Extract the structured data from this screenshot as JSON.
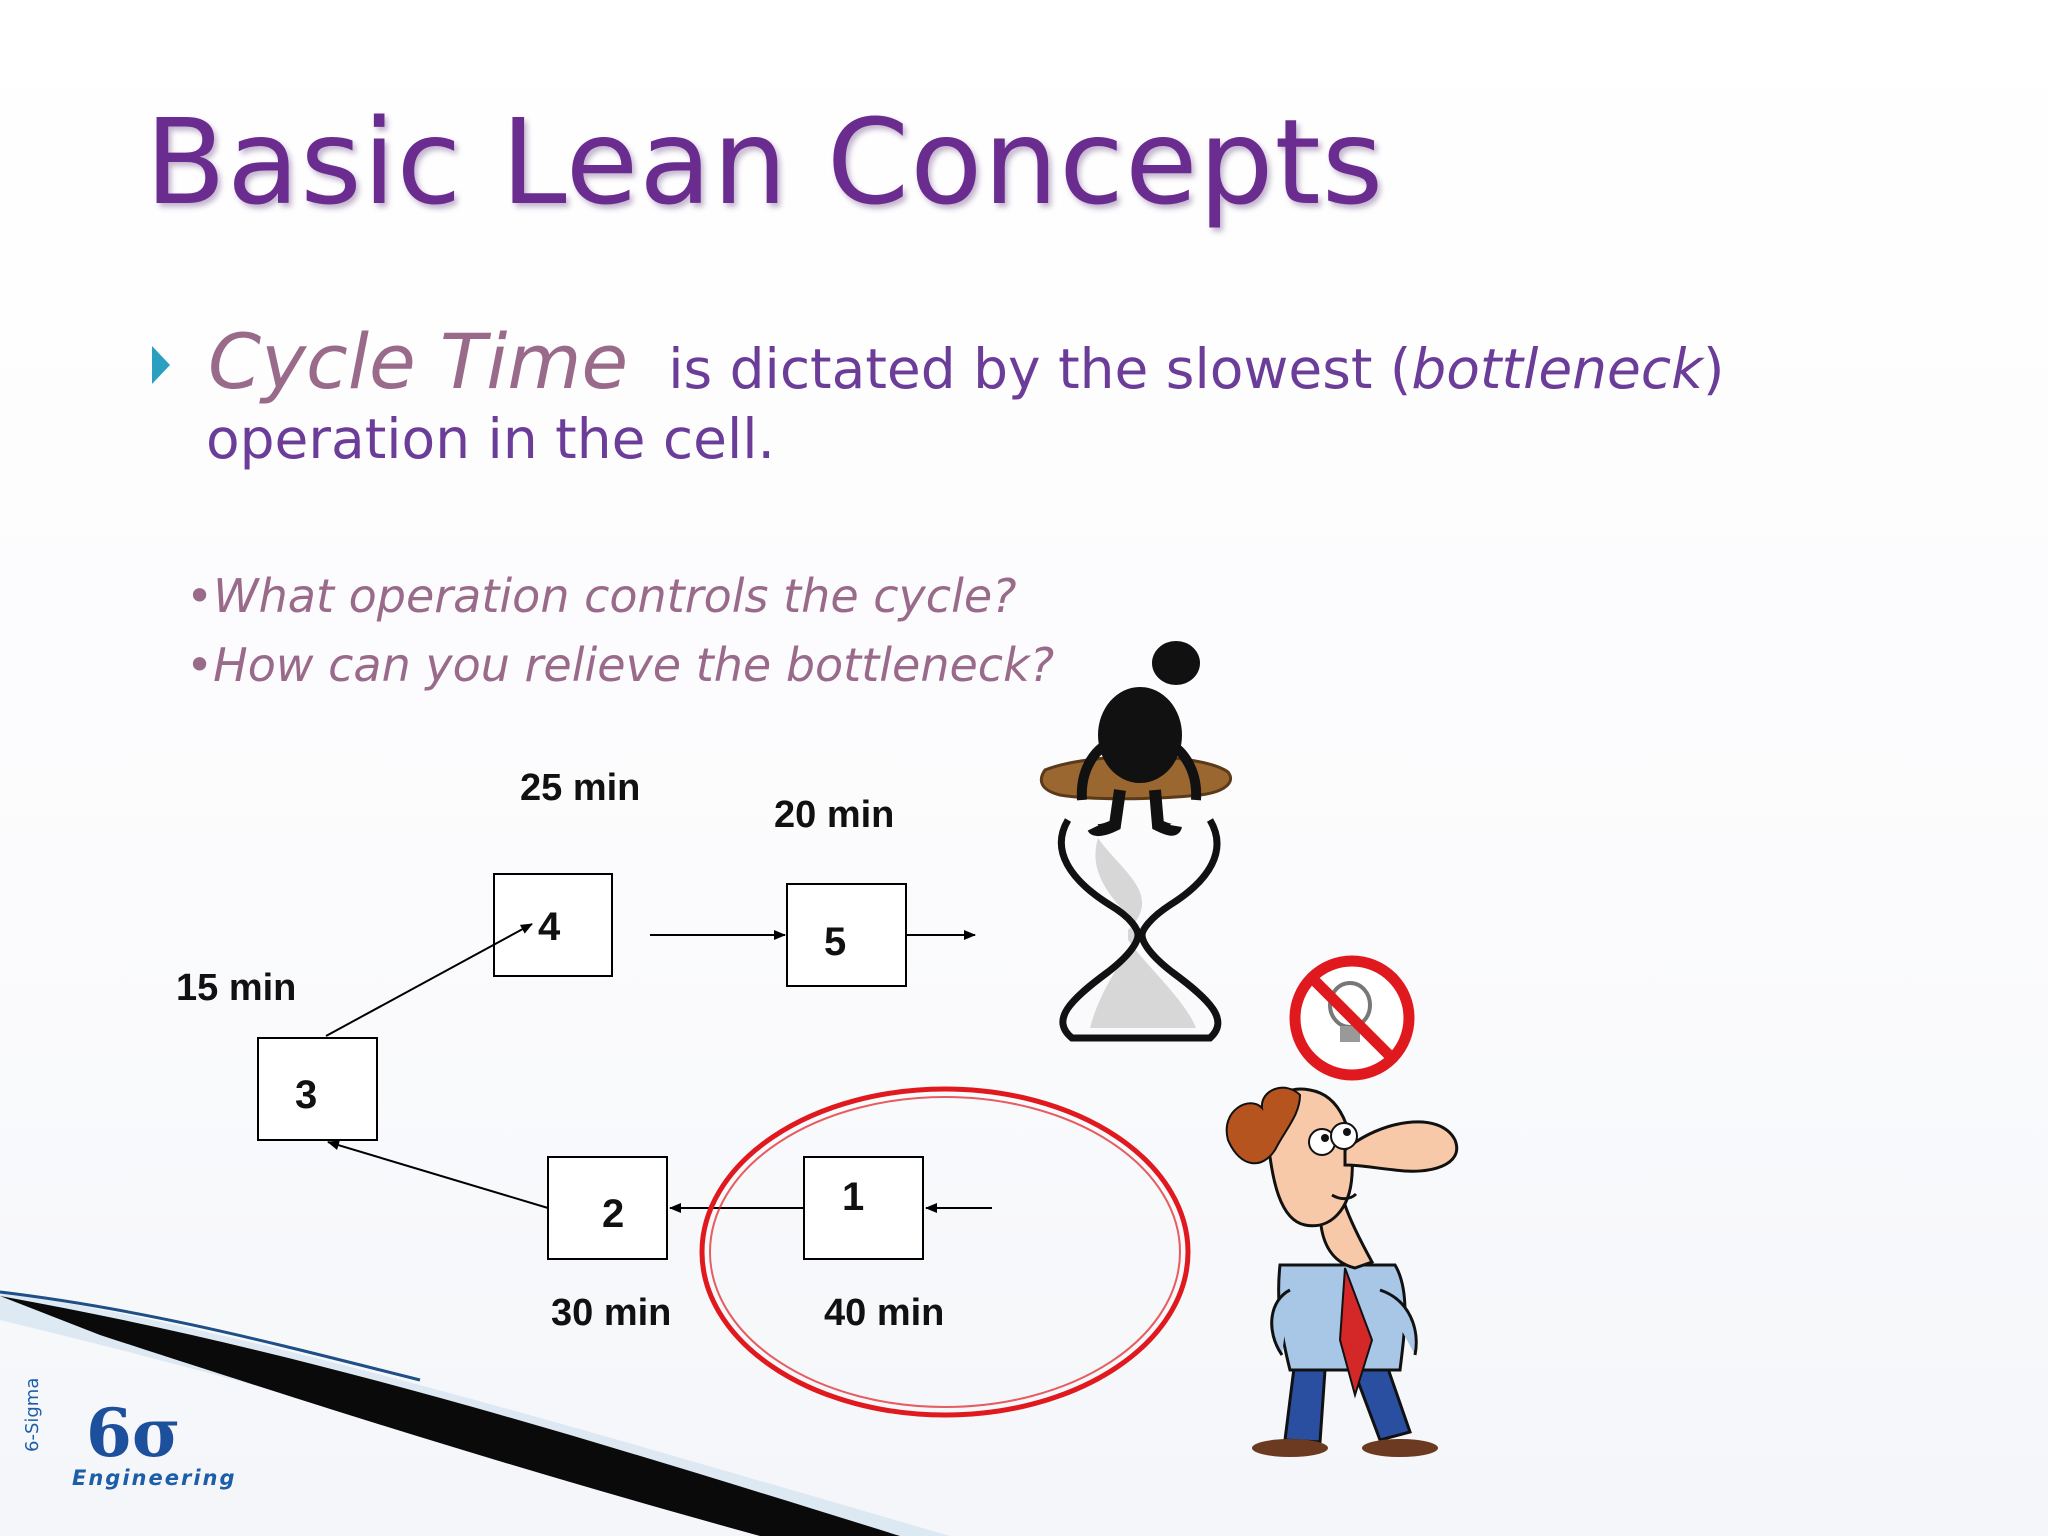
{
  "slide": {
    "title": "Basic Lean Concepts",
    "bullet": {
      "term": "Cycle Time",
      "text_before": "is dictated by the slowest (",
      "emphasis": "bottleneck",
      "text_after": ")",
      "line2": "operation in the cell."
    },
    "questions": [
      "•What operation controls the cycle?",
      "•How can you relieve  the bottleneck?"
    ]
  },
  "diagram": {
    "operations": [
      {
        "id": "1",
        "time": "40 min"
      },
      {
        "id": "2",
        "time": "30 min"
      },
      {
        "id": "3",
        "time": "15 min"
      },
      {
        "id": "4",
        "time": "25 min"
      },
      {
        "id": "5",
        "time": "20 min"
      }
    ],
    "highlight_color": "#e0191e"
  },
  "logo": {
    "mark": "6σ",
    "word": "Engineering",
    "side": "6-Sigma",
    "brand_color": "#1c4f9c"
  },
  "accents": {
    "title_color": "#6a2d8f",
    "body_color": "#6b3d99",
    "question_color": "#9a6a8a",
    "bullet_color": "#2a9fc0"
  }
}
